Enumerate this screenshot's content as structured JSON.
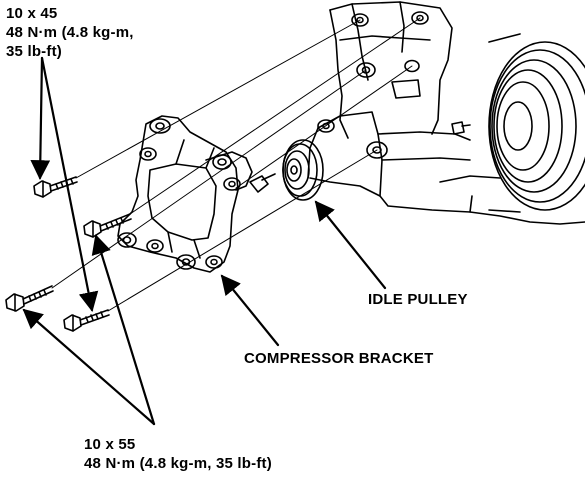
{
  "labels": {
    "top_spec": {
      "line1": "10 x 45",
      "line2": "48 N·m (4.8 kg-m,",
      "line3": "35 lb-ft)"
    },
    "bottom_spec": {
      "line1": "10 x 55",
      "line2": "48 N·m (4.8 kg-m, 35 lb-ft)"
    },
    "idle_pulley": "IDLE PULLEY",
    "compressor_bracket": "COMPRESSOR BRACKET"
  },
  "colors": {
    "ink": "#000000",
    "paper": "#ffffff"
  }
}
